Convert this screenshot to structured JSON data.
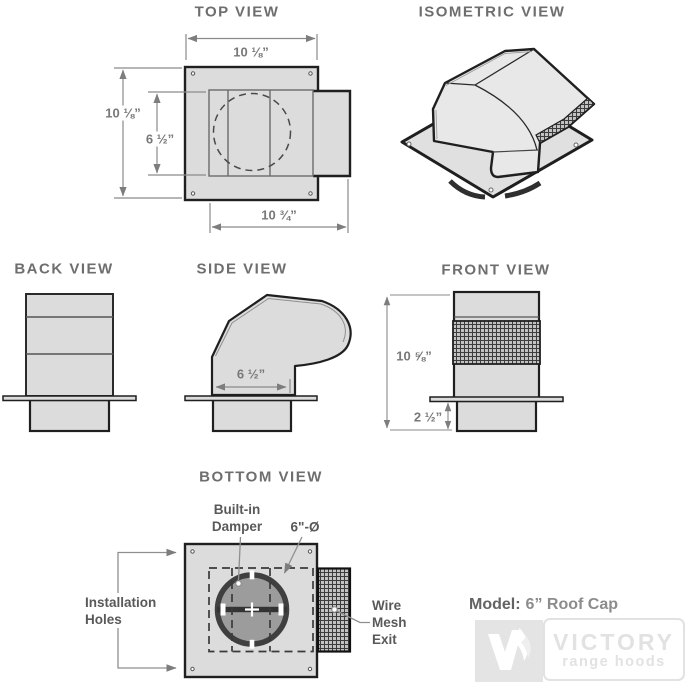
{
  "views": {
    "top": {
      "title": "TOP VIEW",
      "dims": {
        "width": "10 ⅛”",
        "height": "10 ⅛”",
        "inner_height": "6 ½”",
        "depth": "10 ¾”"
      }
    },
    "isometric": {
      "title": "ISOMETRIC VIEW"
    },
    "back": {
      "title": "BACK VIEW"
    },
    "side": {
      "title": "SIDE VIEW",
      "dims": {
        "depth": "6 ½”"
      }
    },
    "front": {
      "title": "FRONT VIEW",
      "dims": {
        "height": "10 ⅝”",
        "duct_height": "2 ½”"
      }
    },
    "bottom": {
      "title": "BOTTOM VIEW",
      "labels": {
        "damper_line1": "Built-in",
        "damper_line2": "Damper",
        "diameter": "6\"-Ø",
        "holes_line1": "Installation",
        "holes_line2": "Holes",
        "mesh_line1": "Wire",
        "mesh_line2": "Mesh",
        "mesh_line3": "Exit"
      }
    }
  },
  "model": {
    "label": "Model:",
    "value": "6” Roof Cap"
  },
  "brand": {
    "name": "VICTORY",
    "tagline": "range hoods"
  },
  "colors": {
    "outline": "#1f1f1f",
    "part_fill": "#dcdcdc",
    "dimension": "#8a8a8a",
    "title_text": "#6e6e6e",
    "label_text": "#595959",
    "damper_fill": "#9c9c9c",
    "watermark": "#e2e2e2"
  }
}
